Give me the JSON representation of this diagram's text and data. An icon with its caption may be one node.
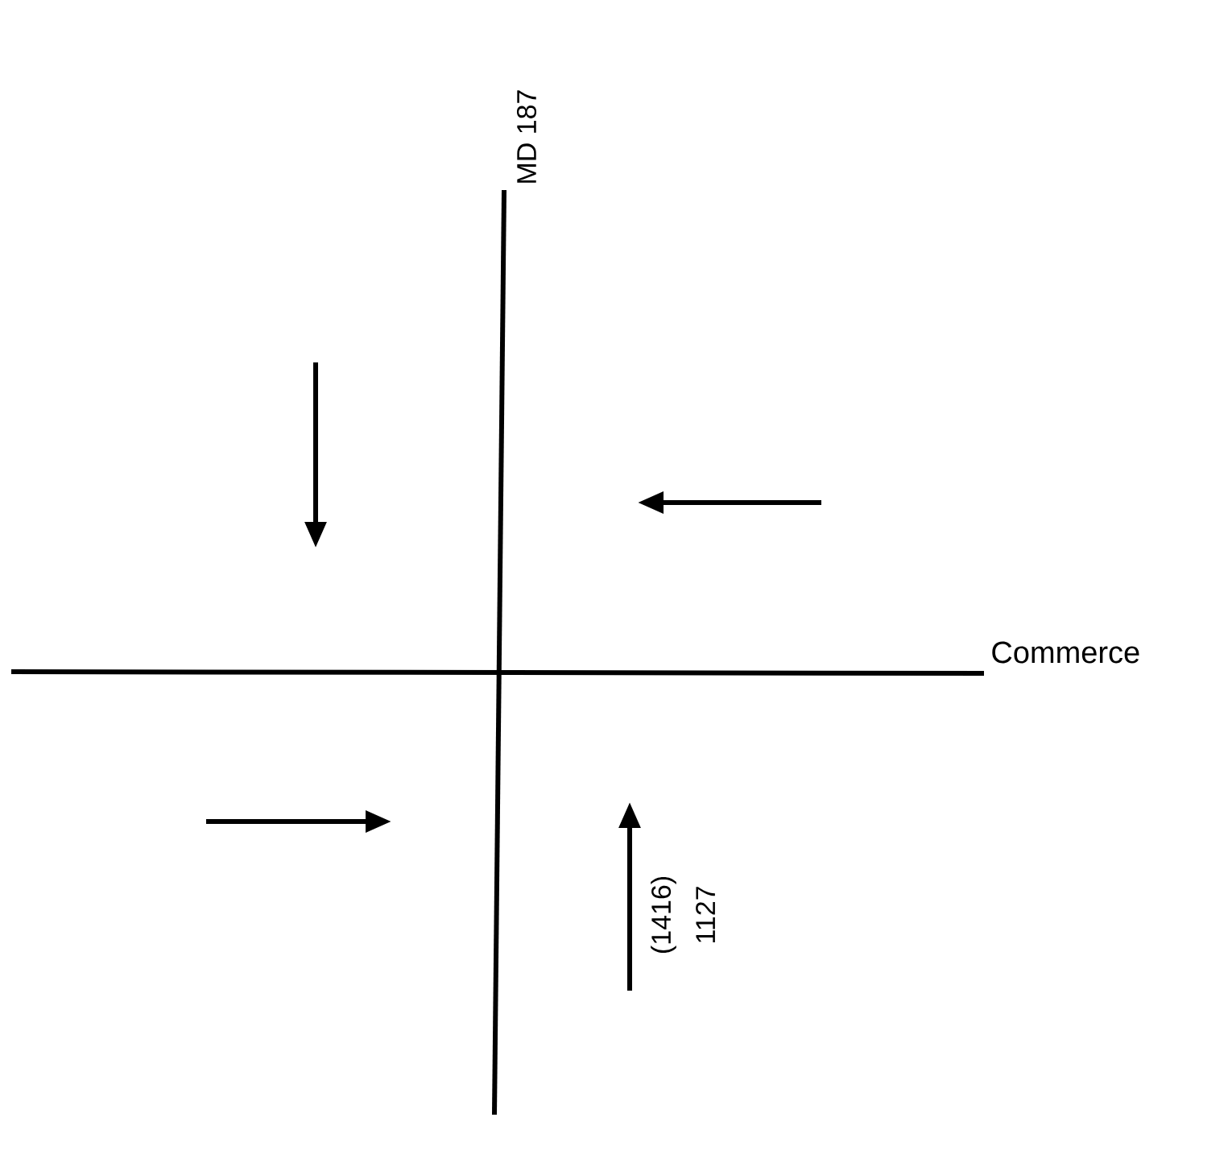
{
  "diagram": {
    "labels": [
      "MD 187",
      "Commerce",
      "(1416)",
      "1127"
    ]
  }
}
